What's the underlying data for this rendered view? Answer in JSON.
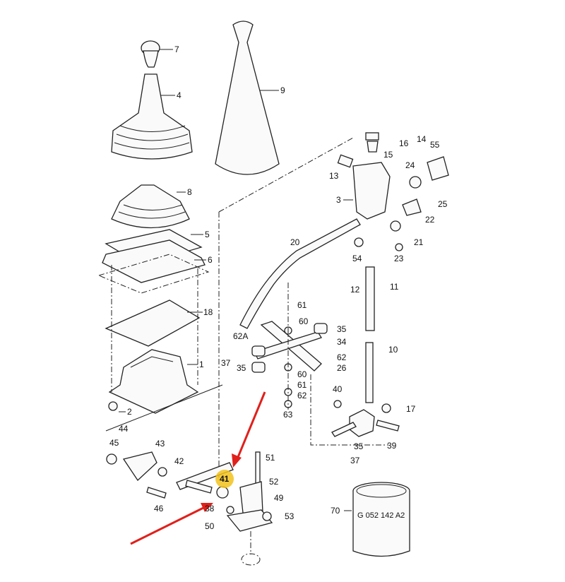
{
  "diagram": {
    "part_labels": {
      "p7": "7",
      "p4": "4",
      "p9": "9",
      "p14": "14",
      "p16": "16",
      "p15": "15",
      "p55": "55",
      "p13": "13",
      "p24": "24",
      "p3": "3",
      "p25": "25",
      "p22": "22",
      "p21": "21",
      "p20": "20",
      "p54": "54",
      "p23": "23",
      "p8": "8",
      "p5": "5",
      "p6": "6",
      "p11": "11",
      "p12": "12",
      "p61a": "61",
      "p60a": "60",
      "p18": "18",
      "p62A": "62A",
      "p35a": "35",
      "p34": "34",
      "p62a": "62",
      "p37a": "37",
      "p35b": "35",
      "p26": "26",
      "p10": "10",
      "p60b": "60",
      "p61b": "61",
      "p62b": "62",
      "p1": "1",
      "p40": "40",
      "p17": "17",
      "p63": "63",
      "p2": "2",
      "p39": "39",
      "p35c": "35",
      "p37b": "37",
      "p44": "44",
      "p45": "45",
      "p43": "43",
      "p42": "42",
      "p51": "51",
      "p41": "41",
      "p52": "52",
      "p49": "49",
      "p38": "38",
      "p53": "53",
      "p50": "50",
      "p46": "46",
      "p70": "70"
    },
    "part_number_text": "G 052 142 A2",
    "highlighted_part": "41",
    "colors": {
      "highlight": "#f2c21b",
      "arrow": "#e0201b",
      "line": "#222222"
    }
  }
}
